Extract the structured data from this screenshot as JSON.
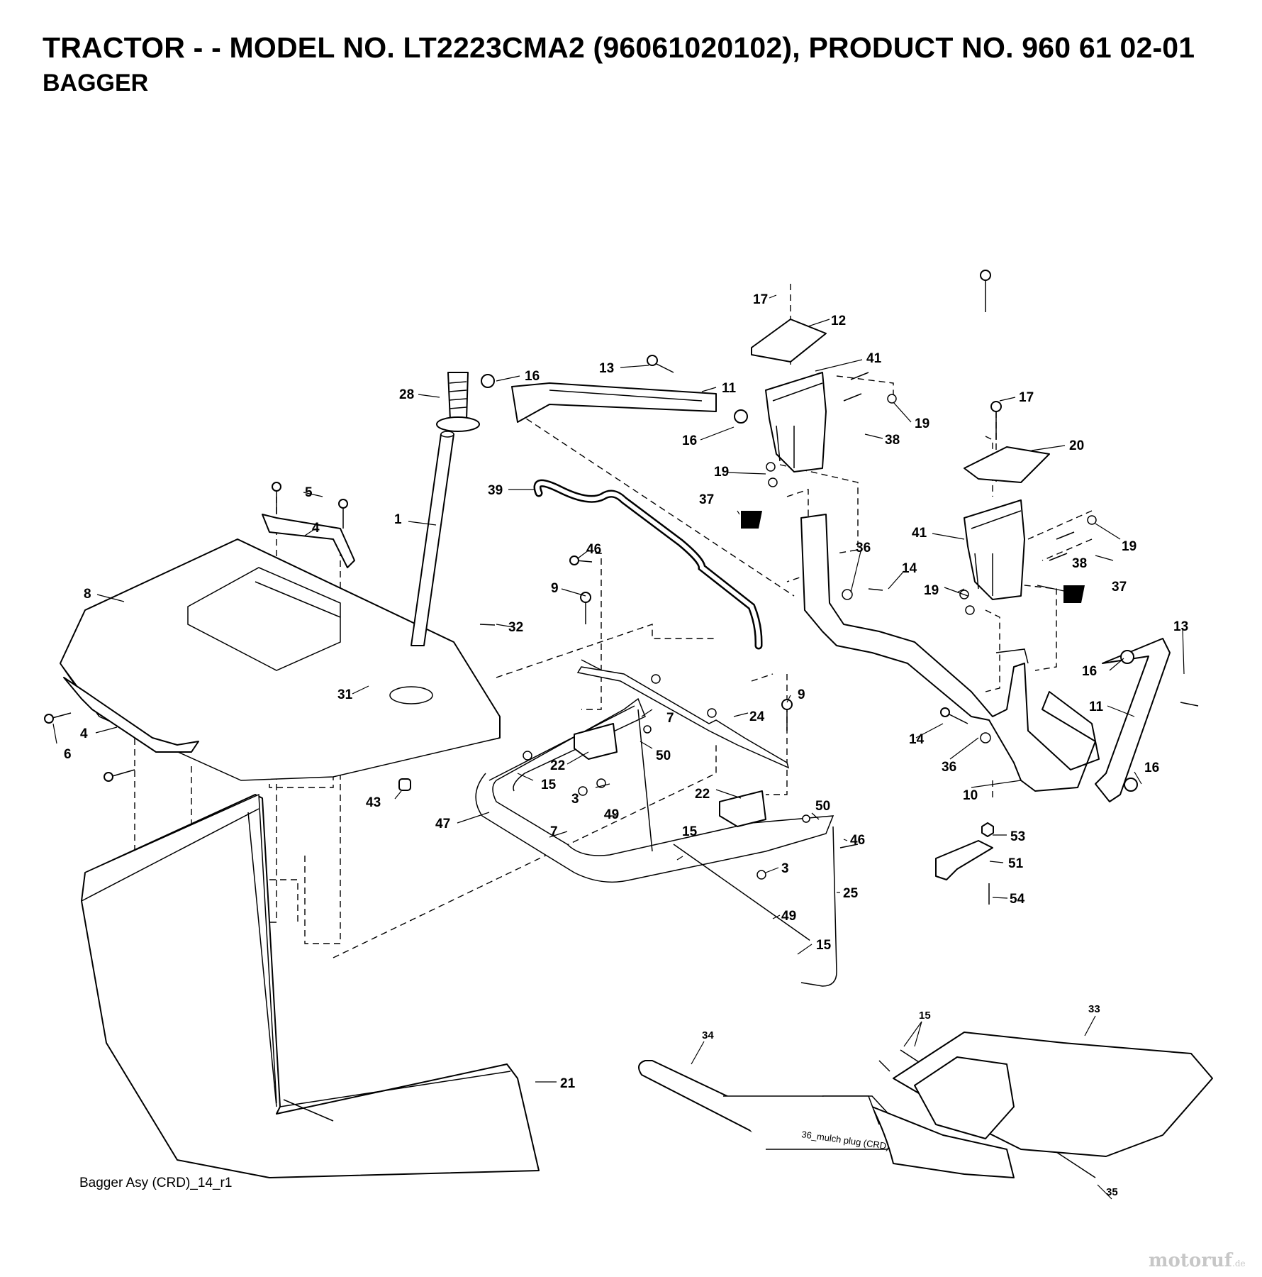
{
  "header": {
    "title": "TRACTOR - - MODEL NO. LT2223CMA2 (96061020102), PRODUCT NO. 960 61 02-01",
    "subtitle": "BAGGER"
  },
  "diagram_id": "Bagger Asy (CRD)_14_r1",
  "mulch_note": "36_mulch plug (CRD)",
  "watermark": {
    "brand": "motoruf",
    "tld": ".de"
  },
  "callouts": [
    {
      "id": "c17a",
      "label": "17"
    },
    {
      "id": "c12",
      "label": "12"
    },
    {
      "id": "c13a",
      "label": "13"
    },
    {
      "id": "c11a",
      "label": "11"
    },
    {
      "id": "c16a",
      "label": "16"
    },
    {
      "id": "c41a",
      "label": "41"
    },
    {
      "id": "c28",
      "label": "28"
    },
    {
      "id": "c16b",
      "label": "16"
    },
    {
      "id": "c19a",
      "label": "19"
    },
    {
      "id": "c38a",
      "label": "38"
    },
    {
      "id": "c17b",
      "label": "17"
    },
    {
      "id": "c20",
      "label": "20"
    },
    {
      "id": "c19b",
      "label": "19"
    },
    {
      "id": "c39",
      "label": "39"
    },
    {
      "id": "c5",
      "label": "5"
    },
    {
      "id": "c37a",
      "label": "37"
    },
    {
      "id": "c1",
      "label": "1"
    },
    {
      "id": "c4a",
      "label": "4"
    },
    {
      "id": "c41b",
      "label": "41"
    },
    {
      "id": "c19c",
      "label": "19"
    },
    {
      "id": "c46a",
      "label": "46"
    },
    {
      "id": "c36a",
      "label": "36"
    },
    {
      "id": "c14a",
      "label": "14"
    },
    {
      "id": "c38b",
      "label": "38"
    },
    {
      "id": "c8",
      "label": "8"
    },
    {
      "id": "c9a",
      "label": "9"
    },
    {
      "id": "c19d",
      "label": "19"
    },
    {
      "id": "c37b",
      "label": "37"
    },
    {
      "id": "c32",
      "label": "32"
    },
    {
      "id": "c13b",
      "label": "13"
    },
    {
      "id": "c16c",
      "label": "16"
    },
    {
      "id": "c31",
      "label": "31"
    },
    {
      "id": "c9b",
      "label": "9"
    },
    {
      "id": "c11b",
      "label": "11"
    },
    {
      "id": "c7a",
      "label": "7"
    },
    {
      "id": "c24",
      "label": "24"
    },
    {
      "id": "c4b",
      "label": "4"
    },
    {
      "id": "c14b",
      "label": "14"
    },
    {
      "id": "c6",
      "label": "6"
    },
    {
      "id": "c50a",
      "label": "50"
    },
    {
      "id": "c22a",
      "label": "22"
    },
    {
      "id": "c36b",
      "label": "36"
    },
    {
      "id": "c15a",
      "label": "15"
    },
    {
      "id": "c16d",
      "label": "16"
    },
    {
      "id": "c10",
      "label": "10"
    },
    {
      "id": "c3a",
      "label": "3"
    },
    {
      "id": "c22b",
      "label": "22"
    },
    {
      "id": "c43",
      "label": "43"
    },
    {
      "id": "c50b",
      "label": "50"
    },
    {
      "id": "c47",
      "label": "47"
    },
    {
      "id": "c49a",
      "label": "49"
    },
    {
      "id": "c7b",
      "label": "7"
    },
    {
      "id": "c15b",
      "label": "15"
    },
    {
      "id": "c53",
      "label": "53"
    },
    {
      "id": "c46b",
      "label": "46"
    },
    {
      "id": "c51",
      "label": "51"
    },
    {
      "id": "c3b",
      "label": "3"
    },
    {
      "id": "c25",
      "label": "25"
    },
    {
      "id": "c54",
      "label": "54"
    },
    {
      "id": "c49b",
      "label": "49"
    },
    {
      "id": "c15c",
      "label": "15"
    },
    {
      "id": "c15d",
      "label": "15"
    },
    {
      "id": "c33",
      "label": "33"
    },
    {
      "id": "c34",
      "label": "34"
    },
    {
      "id": "c21",
      "label": "21"
    },
    {
      "id": "c35",
      "label": "35"
    }
  ]
}
